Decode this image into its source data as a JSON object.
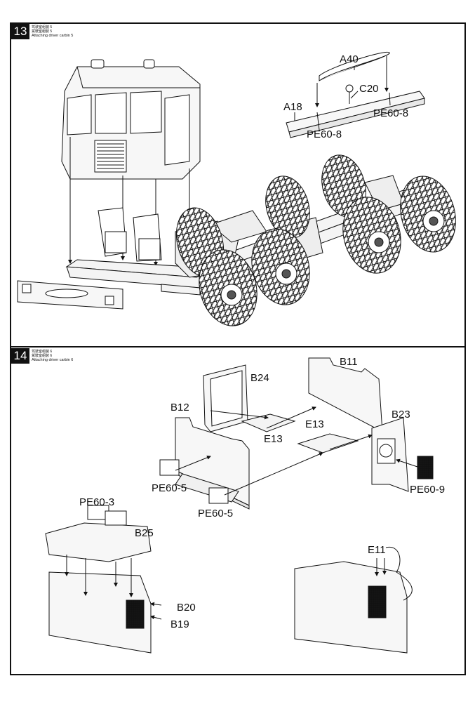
{
  "steps": [
    {
      "number": "13",
      "cn_line1": "驾驶室组装 5",
      "cn_line2": "駕駛室組裝 5",
      "title": "Attaching driver carbin 5",
      "parts": [
        "A40",
        "C20",
        "A18",
        "PE60-8",
        "PE60-8"
      ]
    },
    {
      "number": "14",
      "cn_line1": "驾驶室组装 6",
      "cn_line2": "駕駛室組裝 6",
      "title": "Attaching driver carbin 6",
      "parts": [
        "B11",
        "B24",
        "B12",
        "B23",
        "E13",
        "E13",
        "PE60-5",
        "PE60-5",
        "PE60-9",
        "PE60-3",
        "B25",
        "B20",
        "B19",
        "E11"
      ]
    }
  ],
  "colors": {
    "ink": "#111111",
    "paper": "#ffffff",
    "part_fill": "#f2f2f2"
  }
}
